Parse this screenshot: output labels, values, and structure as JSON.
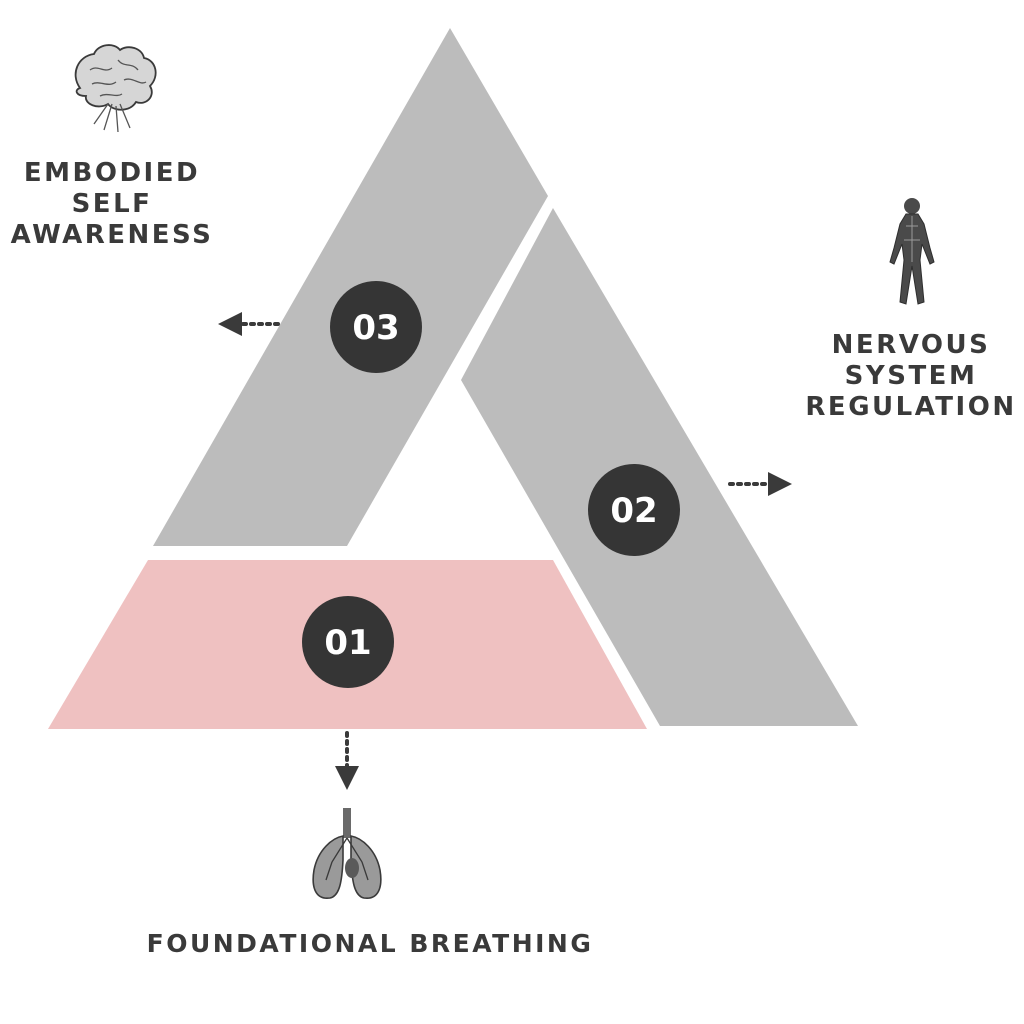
{
  "colors": {
    "segment_gray": "#bcbcbc",
    "segment_pink": "#efc1c1",
    "badge": "#353535",
    "arrow": "#3a3a3a",
    "text": "#3a3a3a"
  },
  "segments": [
    {
      "number": "01",
      "label": "FOUNDATIONAL BREATHING",
      "icon": "lungs-icon"
    },
    {
      "number": "02",
      "label": "NERVOUS\nSYSTEM\nREGULATION",
      "icon": "human-nervous-system-icon"
    },
    {
      "number": "03",
      "label": "EMBODIED\nSELF\nAWARENESS",
      "icon": "brain-icon"
    }
  ]
}
